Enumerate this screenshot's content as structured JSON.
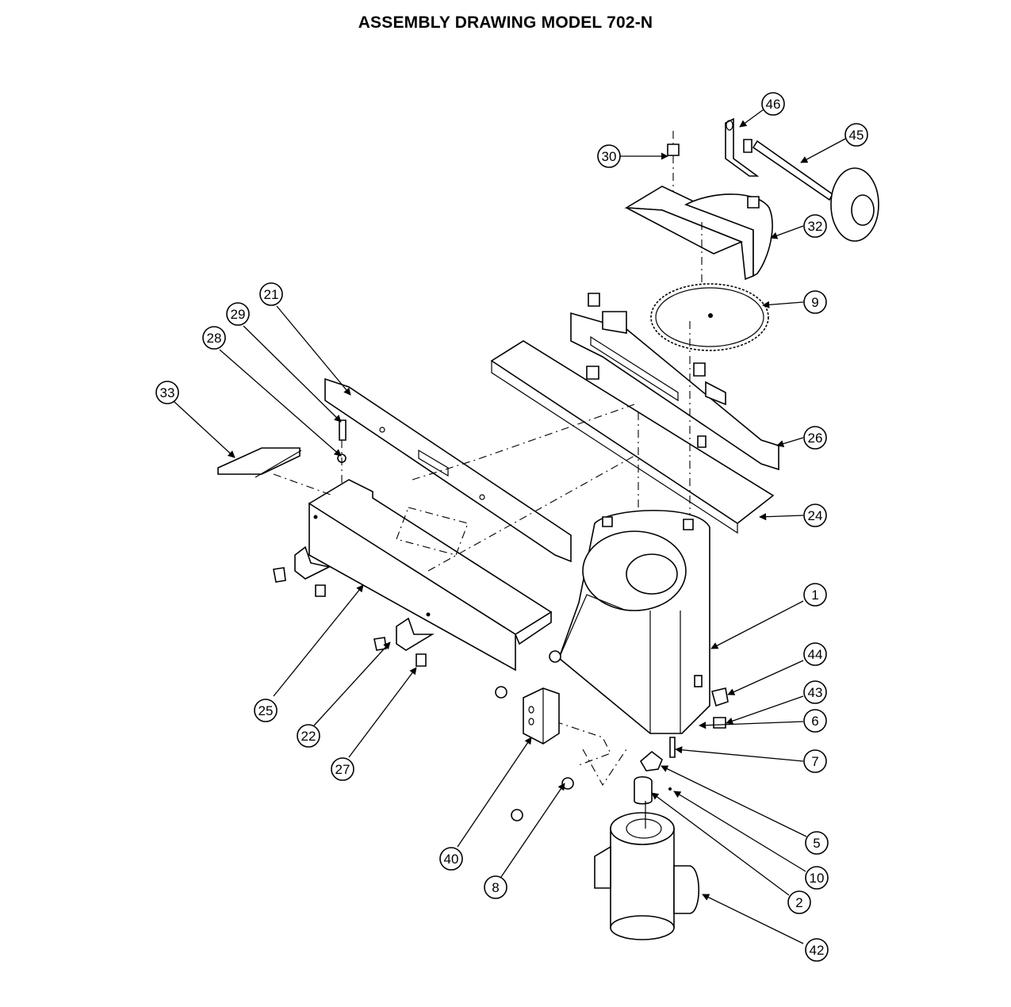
{
  "title": "ASSEMBLY DRAWING MODEL 702-N",
  "callouts": [
    "46",
    "45",
    "30",
    "32",
    "9",
    "21",
    "29",
    "28",
    "33",
    "26",
    "24",
    "1",
    "44",
    "43",
    "6",
    "7",
    "5",
    "10",
    "2",
    "42",
    "25",
    "22",
    "27",
    "40",
    "8"
  ],
  "colors": {
    "line": "#000000",
    "background": "#ffffff"
  },
  "icons": {
    "callout_marker": "circled-number",
    "leader_end": "arrowhead"
  }
}
